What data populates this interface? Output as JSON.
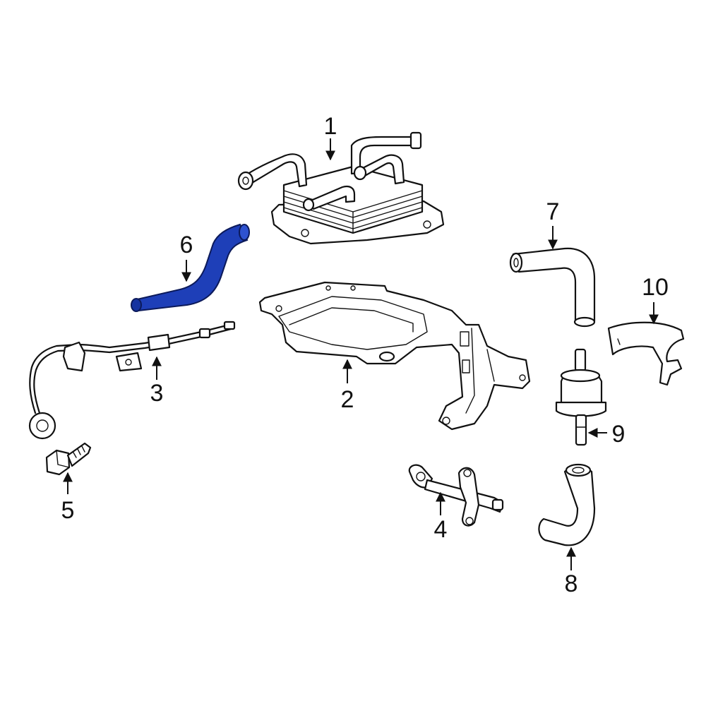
{
  "diagram": {
    "highlight_color": "#1e3fb8",
    "line_color": "#111111",
    "background": "#ffffff",
    "highlighted_part": "6",
    "callouts": [
      {
        "id": "c1",
        "label": "1"
      },
      {
        "id": "c2",
        "label": "2"
      },
      {
        "id": "c3",
        "label": "3"
      },
      {
        "id": "c4",
        "label": "4"
      },
      {
        "id": "c5",
        "label": "5"
      },
      {
        "id": "c6",
        "label": "6"
      },
      {
        "id": "c7",
        "label": "7"
      },
      {
        "id": "c8",
        "label": "8"
      },
      {
        "id": "c9",
        "label": "9"
      },
      {
        "id": "c10",
        "label": "10"
      }
    ]
  }
}
